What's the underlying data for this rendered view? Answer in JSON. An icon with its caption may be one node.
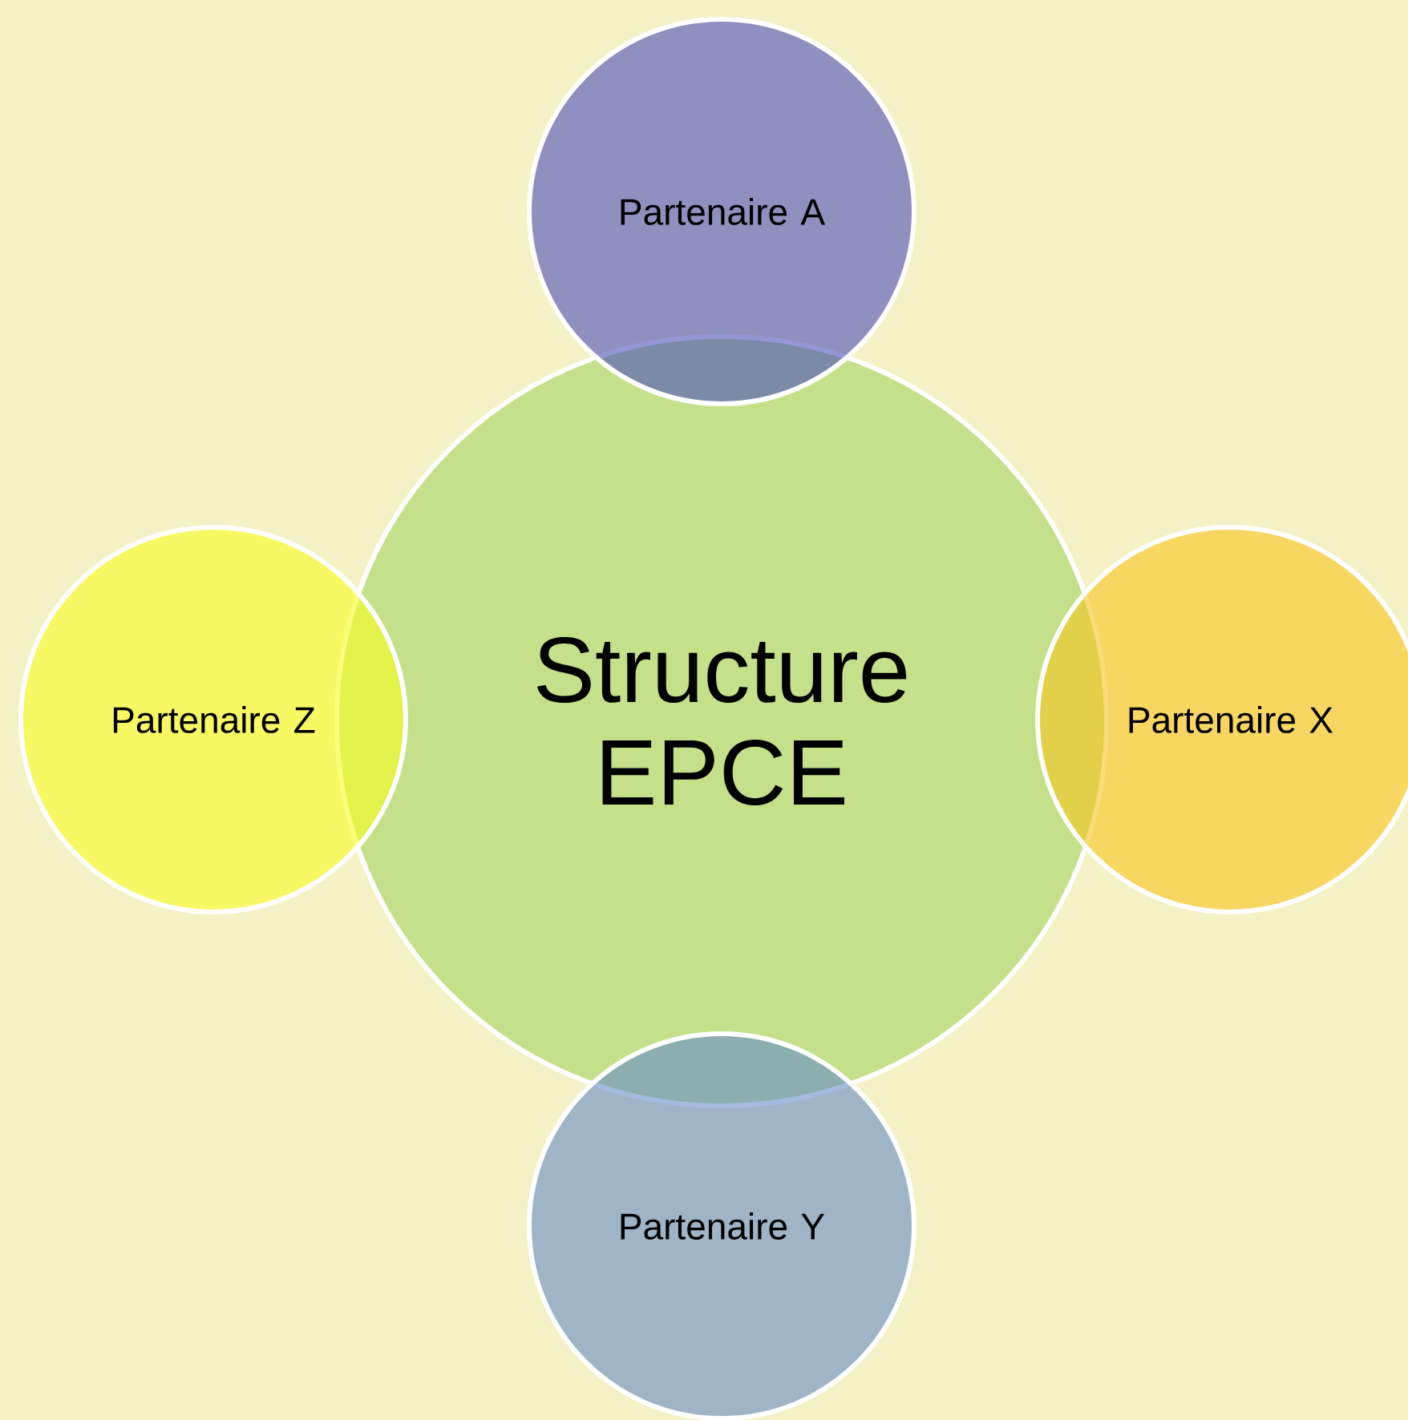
{
  "diagram": {
    "nodes": [
      {
        "text": [
          "Partenaire A"
        ]
      },
      {
        "text": [
          "Partenaire Z"
        ]
      },
      {
        "text": [
          "Structure EPCE"
        ]
      },
      {
        "text": [
          "Partenaire X"
        ]
      },
      {
        "text": [
          "Partenaire Y"
        ]
      }
    ]
  }
}
